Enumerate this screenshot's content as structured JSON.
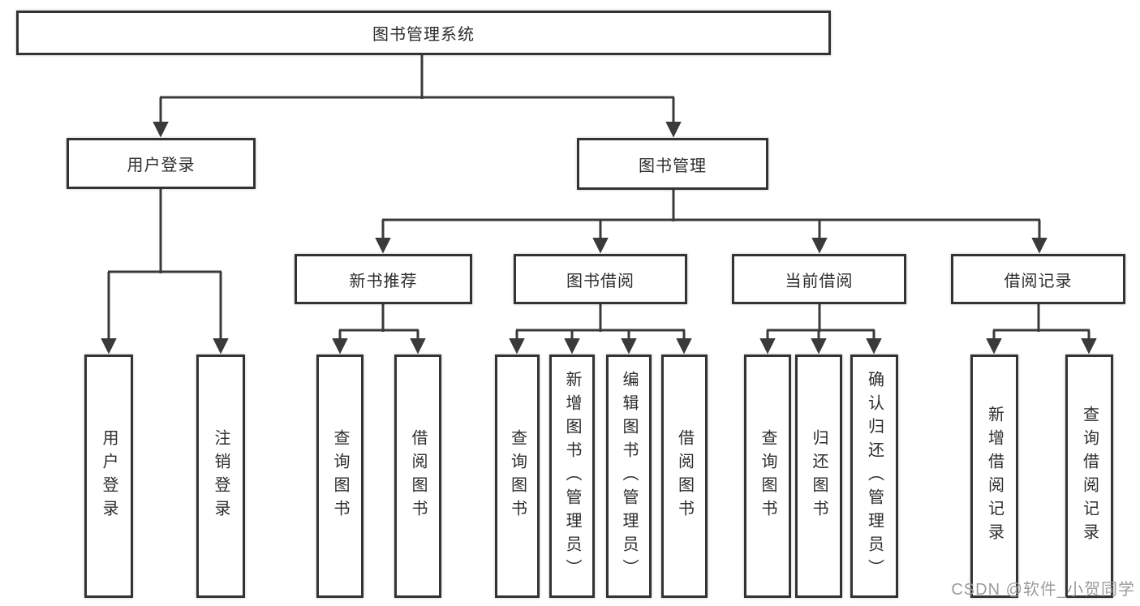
{
  "colors": {
    "line": "#3a3a3a",
    "border": "#333333",
    "text": "#2d2d2d",
    "bg": "#ffffff",
    "watermark": "#9c9c9c"
  },
  "watermark": "CSDN @软件_小贺同学",
  "tree": {
    "root": {
      "label": "图书管理系统"
    },
    "children": [
      {
        "label": "用户登录",
        "children": [
          {
            "label": "用户登录"
          },
          {
            "label": "注销登录"
          }
        ]
      },
      {
        "label": "图书管理",
        "children": [
          {
            "label": "新书推荐",
            "children": [
              {
                "label": "查询图书"
              },
              {
                "label": "借阅图书"
              }
            ]
          },
          {
            "label": "图书借阅",
            "children": [
              {
                "label": "查询图书"
              },
              {
                "label": "新增图书（管理员）"
              },
              {
                "label": "编辑图书（管理员）"
              },
              {
                "label": "借阅图书"
              }
            ]
          },
          {
            "label": "当前借阅",
            "children": [
              {
                "label": "查询图书"
              },
              {
                "label": "归还图书"
              },
              {
                "label": "确认归还（管理员）"
              }
            ]
          },
          {
            "label": "借阅记录",
            "children": [
              {
                "label": "新增借阅记录"
              },
              {
                "label": "查询借阅记录"
              }
            ]
          }
        ]
      }
    ]
  }
}
